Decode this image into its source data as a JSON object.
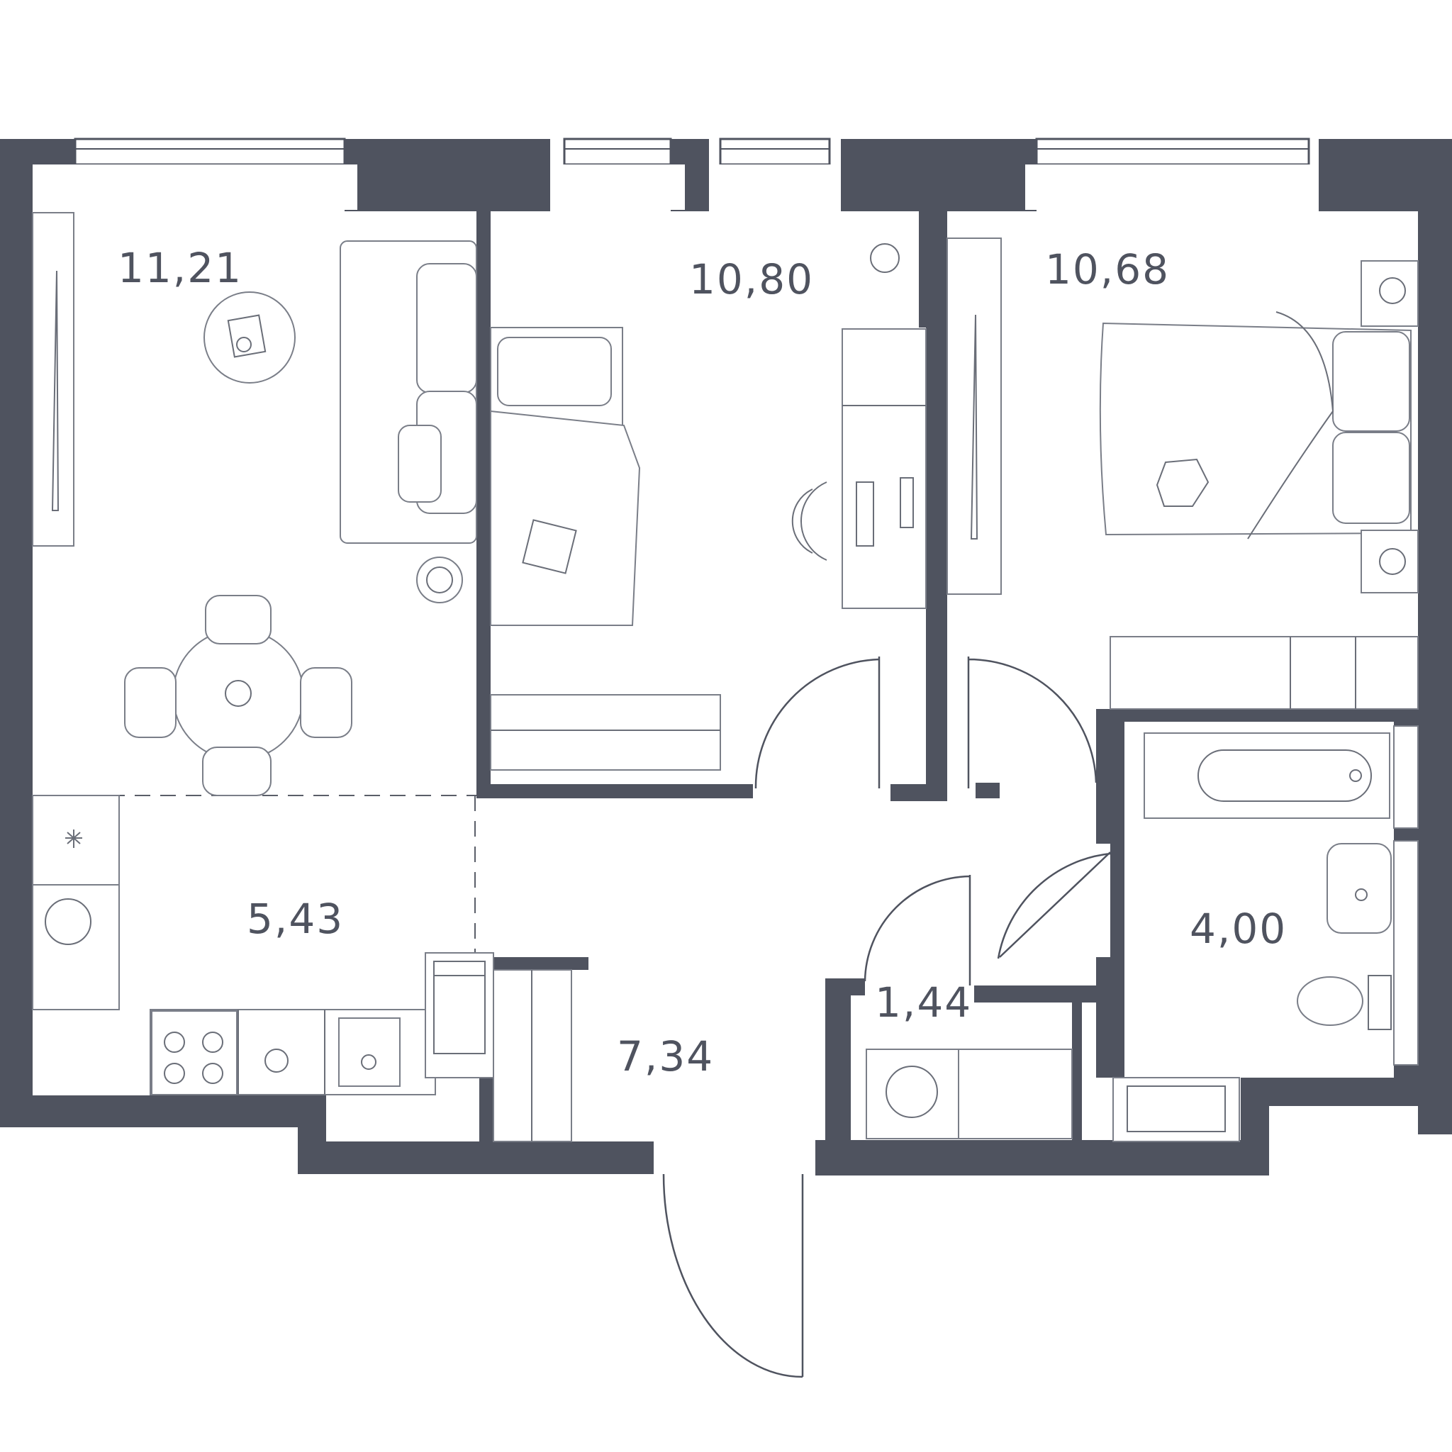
{
  "rooms": {
    "living": {
      "area": "11,21"
    },
    "bedroom_left": {
      "area": "10,80"
    },
    "bedroom_right": {
      "area": "10,68"
    },
    "kitchen": {
      "area": "5,43"
    },
    "hallway": {
      "area": "7,34"
    },
    "laundry": {
      "area": "1,44"
    },
    "bathroom": {
      "area": "4,00"
    }
  },
  "colors": {
    "wall": "#4f535f",
    "furniture_line": "#7a7e88",
    "background": "#ffffff"
  }
}
